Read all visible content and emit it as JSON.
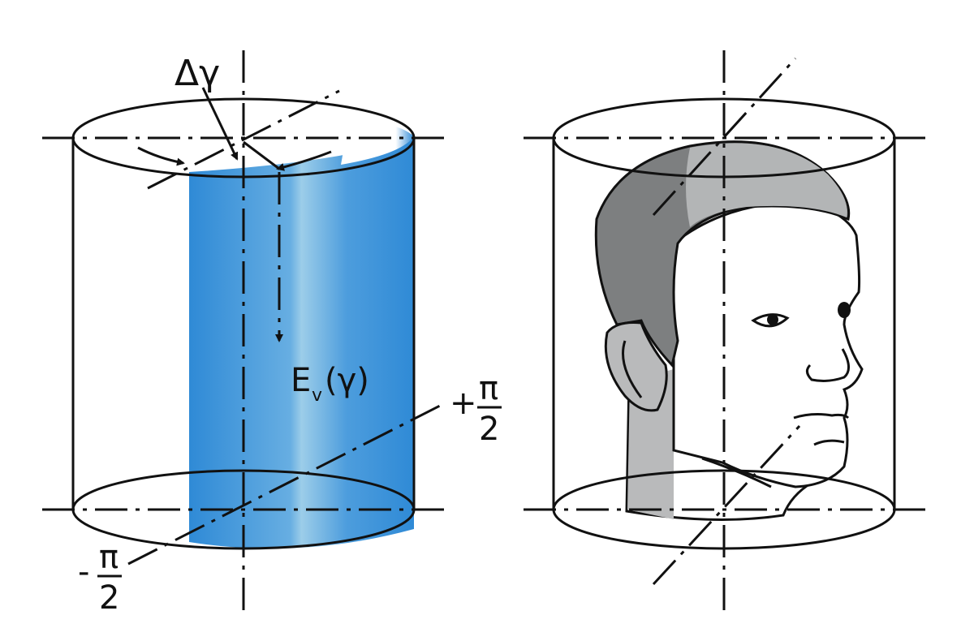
{
  "colors": {
    "beam": "#2f8ad6",
    "beam_light": "#93c8ea",
    "hair_dark": "#7d7f80",
    "hair_light": "#b3b5b6",
    "skin_shadow": "#b9babb",
    "line": "#111111"
  },
  "left_panel": {
    "delta_label": "Δγ",
    "e_label_main": "E",
    "e_label_sub": "v",
    "e_label_arg": "(γ)",
    "plus_label": "+",
    "minus_label": "-",
    "half_pi_numerator": "π",
    "half_pi_denominator": "2"
  },
  "right_panel": {
    "icon": "human-head-icon"
  }
}
